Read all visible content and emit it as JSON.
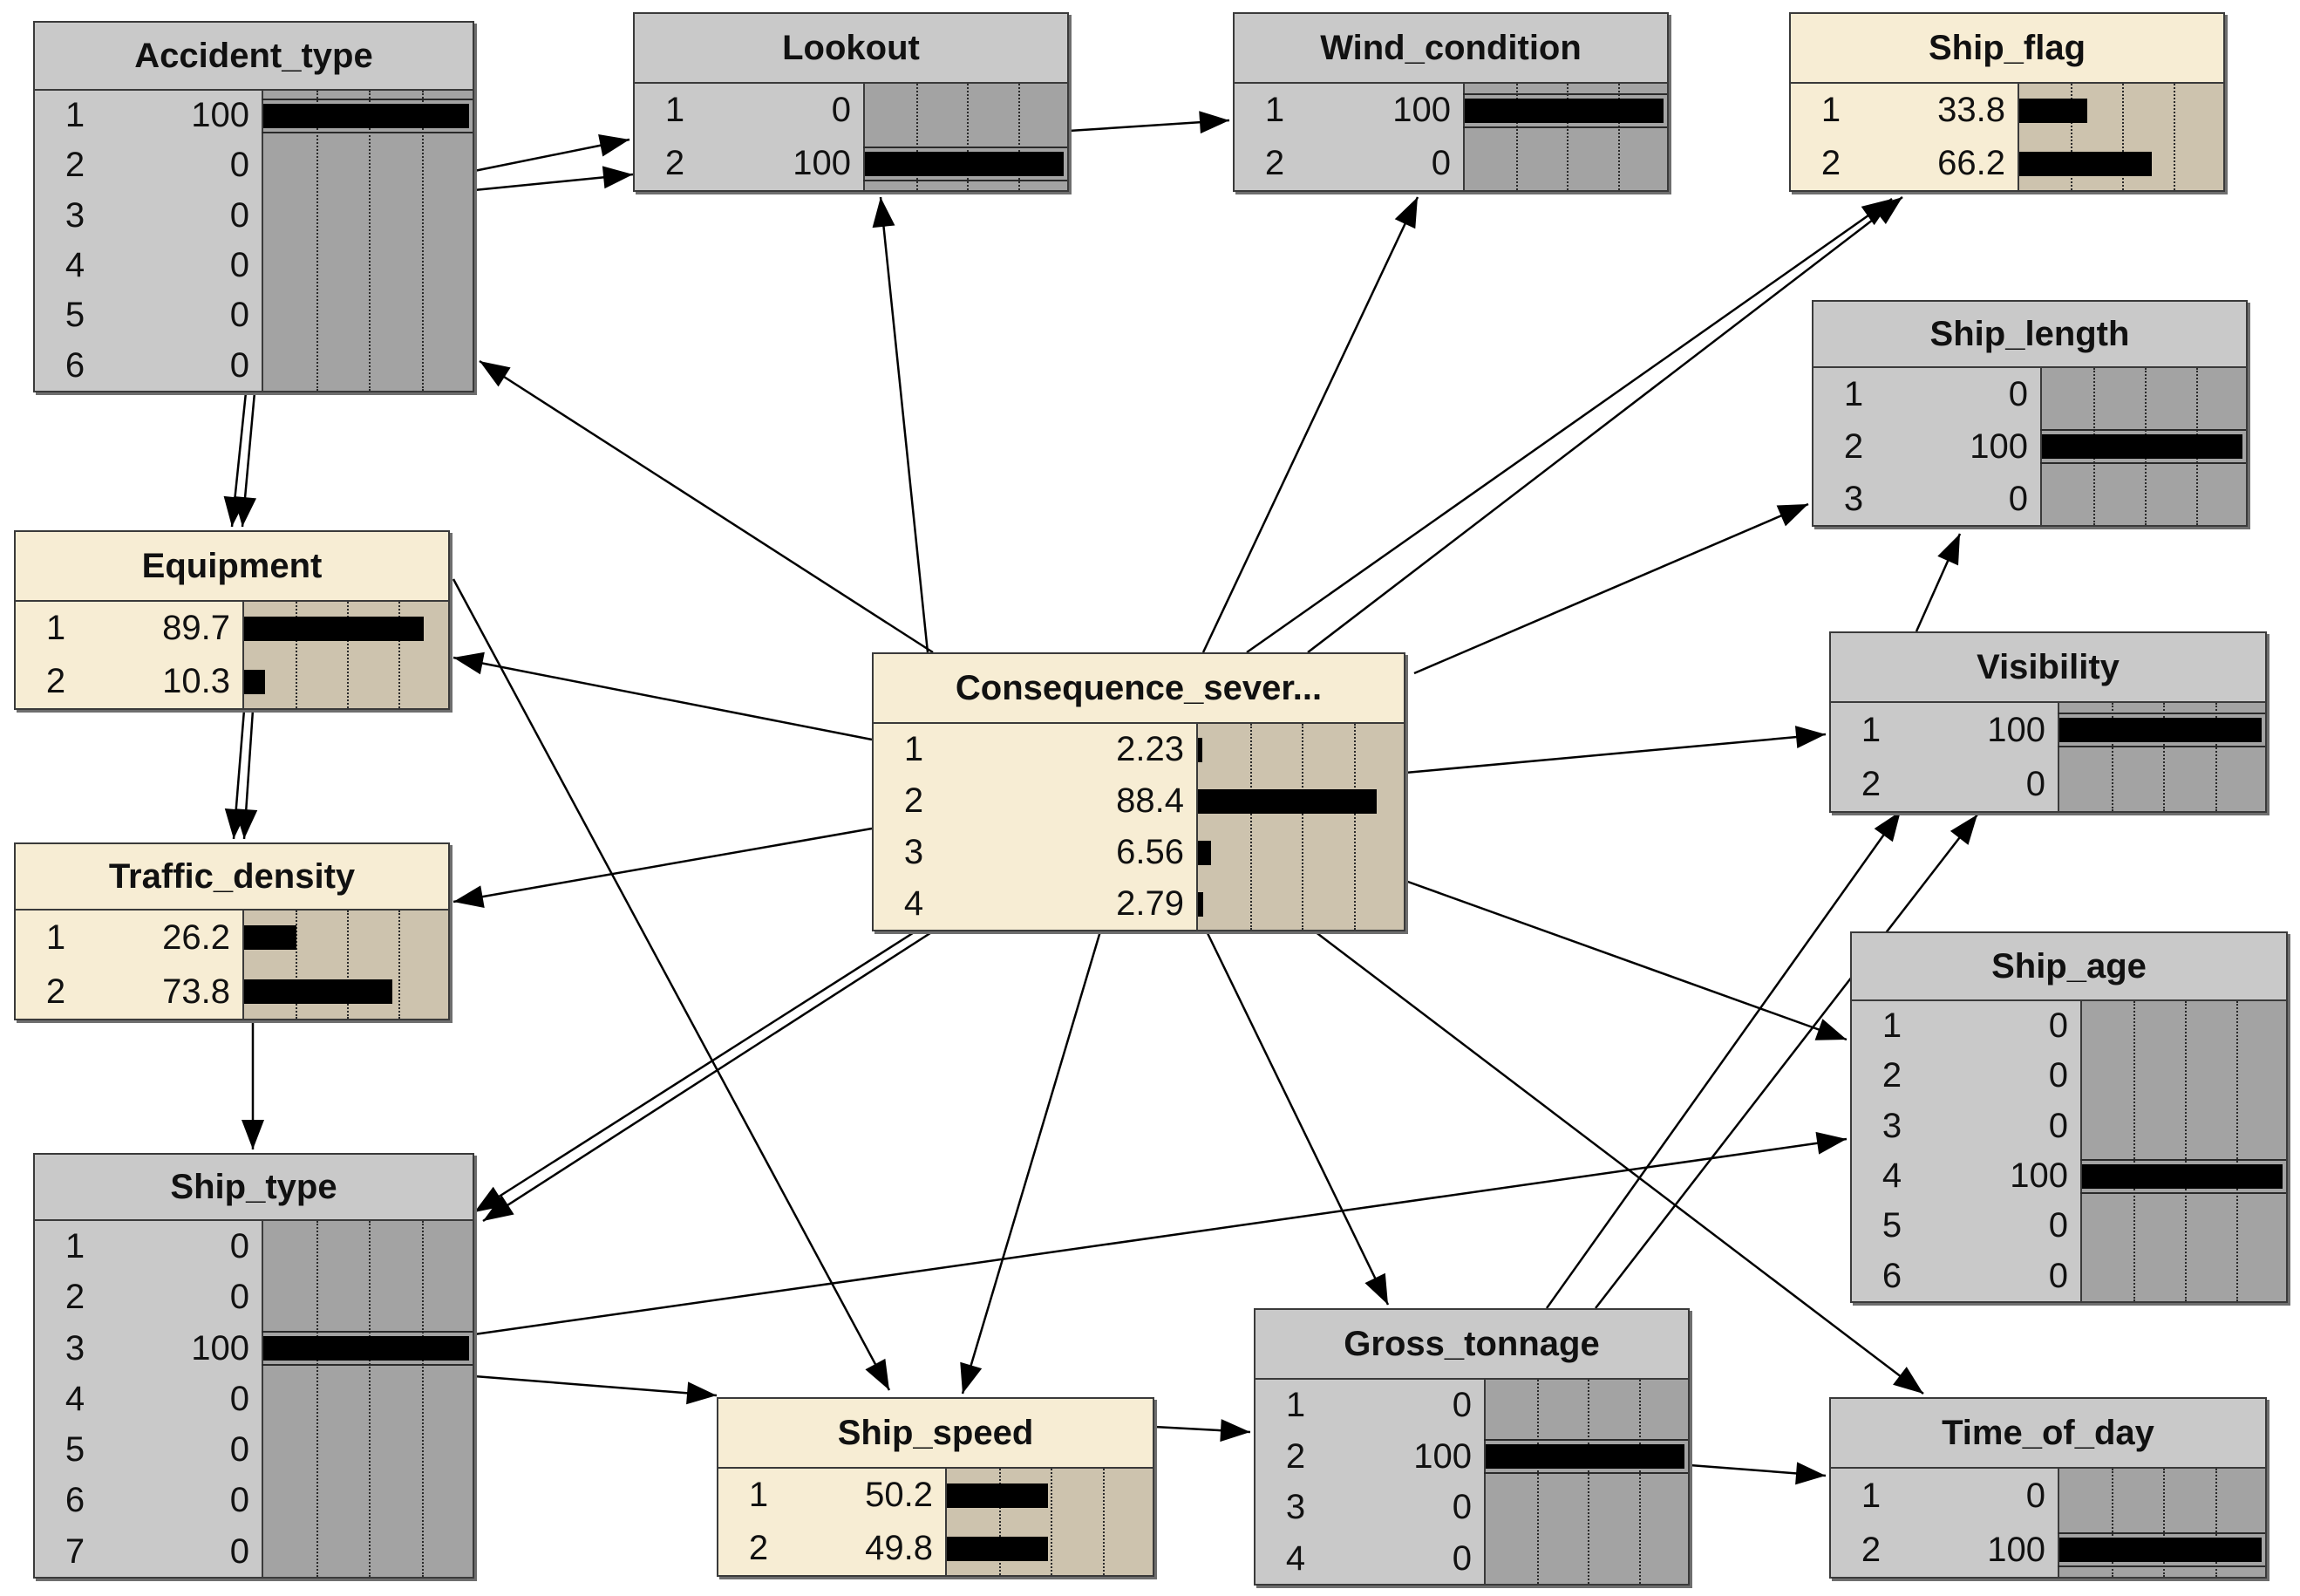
{
  "nodes": [
    {
      "id": "accident_type",
      "title": "Accident_type",
      "rows": [
        {
          "s": "1",
          "v": "100",
          "p": 100
        },
        {
          "s": "2",
          "v": "0",
          "p": 0
        },
        {
          "s": "3",
          "v": "0",
          "p": 0
        },
        {
          "s": "4",
          "v": "0",
          "p": 0
        },
        {
          "s": "5",
          "v": "0",
          "p": 0
        },
        {
          "s": "6",
          "v": "0",
          "p": 0
        }
      ],
      "evidence": true
    },
    {
      "id": "lookout",
      "title": "Lookout",
      "rows": [
        {
          "s": "1",
          "v": "0",
          "p": 0
        },
        {
          "s": "2",
          "v": "100",
          "p": 100
        }
      ],
      "evidence": true
    },
    {
      "id": "wind_condition",
      "title": "Wind_condition",
      "rows": [
        {
          "s": "1",
          "v": "100",
          "p": 100
        },
        {
          "s": "2",
          "v": "0",
          "p": 0
        }
      ],
      "evidence": true
    },
    {
      "id": "ship_flag",
      "title": "Ship_flag",
      "rows": [
        {
          "s": "1",
          "v": "33.8",
          "p": 33.8
        },
        {
          "s": "2",
          "v": "66.2",
          "p": 66.2
        }
      ],
      "evidence": false
    },
    {
      "id": "ship_length",
      "title": "Ship_length",
      "rows": [
        {
          "s": "1",
          "v": "0",
          "p": 0
        },
        {
          "s": "2",
          "v": "100",
          "p": 100
        },
        {
          "s": "3",
          "v": "0",
          "p": 0
        }
      ],
      "evidence": true
    },
    {
      "id": "equipment",
      "title": "Equipment",
      "rows": [
        {
          "s": "1",
          "v": "89.7",
          "p": 89.7
        },
        {
          "s": "2",
          "v": "10.3",
          "p": 10.3
        }
      ],
      "evidence": false
    },
    {
      "id": "consequence_severity",
      "title": "Consequence_sever...",
      "rows": [
        {
          "s": "1",
          "v": "2.23",
          "p": 2.23
        },
        {
          "s": "2",
          "v": "88.4",
          "p": 88.4
        },
        {
          "s": "3",
          "v": "6.56",
          "p": 6.56
        },
        {
          "s": "4",
          "v": "2.79",
          "p": 2.79
        }
      ],
      "evidence": false
    },
    {
      "id": "visibility",
      "title": "Visibility",
      "rows": [
        {
          "s": "1",
          "v": "100",
          "p": 100
        },
        {
          "s": "2",
          "v": "0",
          "p": 0
        }
      ],
      "evidence": true
    },
    {
      "id": "traffic_density",
      "title": "Traffic_density",
      "rows": [
        {
          "s": "1",
          "v": "26.2",
          "p": 26.2
        },
        {
          "s": "2",
          "v": "73.8",
          "p": 73.8
        }
      ],
      "evidence": false
    },
    {
      "id": "ship_age",
      "title": "Ship_age",
      "rows": [
        {
          "s": "1",
          "v": "0",
          "p": 0
        },
        {
          "s": "2",
          "v": "0",
          "p": 0
        },
        {
          "s": "3",
          "v": "0",
          "p": 0
        },
        {
          "s": "4",
          "v": "100",
          "p": 100
        },
        {
          "s": "5",
          "v": "0",
          "p": 0
        },
        {
          "s": "6",
          "v": "0",
          "p": 0
        }
      ],
      "evidence": true
    },
    {
      "id": "ship_type",
      "title": "Ship_type",
      "rows": [
        {
          "s": "1",
          "v": "0",
          "p": 0
        },
        {
          "s": "2",
          "v": "0",
          "p": 0
        },
        {
          "s": "3",
          "v": "100",
          "p": 100
        },
        {
          "s": "4",
          "v": "0",
          "p": 0
        },
        {
          "s": "5",
          "v": "0",
          "p": 0
        },
        {
          "s": "6",
          "v": "0",
          "p": 0
        },
        {
          "s": "7",
          "v": "0",
          "p": 0
        }
      ],
      "evidence": true
    },
    {
      "id": "ship_speed",
      "title": "Ship_speed",
      "rows": [
        {
          "s": "1",
          "v": "50.2",
          "p": 50.2
        },
        {
          "s": "2",
          "v": "49.8",
          "p": 49.8
        }
      ],
      "evidence": false
    },
    {
      "id": "gross_tonnage",
      "title": "Gross_tonnage",
      "rows": [
        {
          "s": "1",
          "v": "0",
          "p": 0
        },
        {
          "s": "2",
          "v": "100",
          "p": 100
        },
        {
          "s": "3",
          "v": "0",
          "p": 0
        },
        {
          "s": "4",
          "v": "0",
          "p": 0
        }
      ],
      "evidence": true
    },
    {
      "id": "time_of_day",
      "title": "Time_of_day",
      "rows": [
        {
          "s": "1",
          "v": "0",
          "p": 0
        },
        {
          "s": "2",
          "v": "100",
          "p": 100
        }
      ],
      "evidence": true
    }
  ],
  "colors": {
    "evidence_node": "#c9c9c9",
    "belief_node": "#f7edd4",
    "evidence_bar_bg": "#a3a3a3",
    "belief_bar_bg": "#cdc3ae",
    "bar": "#000000",
    "edge": "#000000"
  }
}
